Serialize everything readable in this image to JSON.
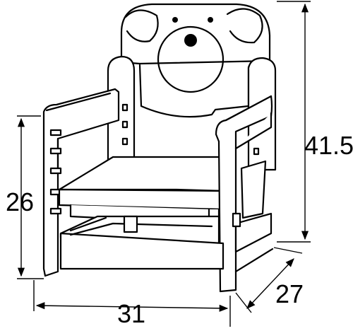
{
  "dimensions": {
    "height_total": "41.5",
    "seat_height": "26",
    "width": "31",
    "depth": "27"
  }
}
